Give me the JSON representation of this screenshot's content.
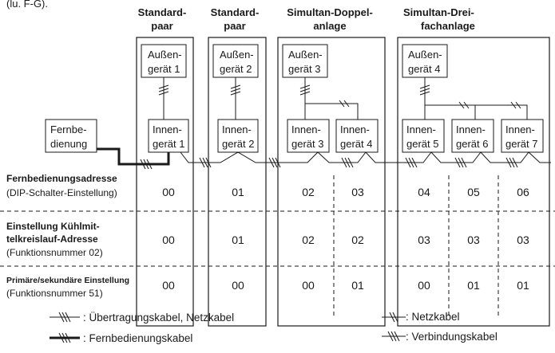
{
  "top_note": "(lu. F-G).",
  "groups": [
    {
      "title_line1": "Standard-",
      "title_line2": "paar"
    },
    {
      "title_line1": "Standard-",
      "title_line2": "paar"
    },
    {
      "title_line1": "Simultan-Doppel-",
      "title_line2": "anlage"
    },
    {
      "title_line1": "Simultan-Drei-",
      "title_line2": "fachanlage"
    }
  ],
  "outdoor_units": [
    {
      "line1": "Außen-",
      "line2": "gerät 1"
    },
    {
      "line1": "Außen-",
      "line2": "gerät 2"
    },
    {
      "line1": "Außen-",
      "line2": "gerät 3"
    },
    {
      "line1": "Außen-",
      "line2": "gerät 4"
    }
  ],
  "indoor_units": [
    {
      "line1": "Innen-",
      "line2": "gerät 1"
    },
    {
      "line1": "Innen-",
      "line2": "gerät 2"
    },
    {
      "line1": "Innen-",
      "line2": "gerät 3"
    },
    {
      "line1": "Innen-",
      "line2": "gerät 4"
    },
    {
      "line1": "Innen-",
      "line2": "gerät 5"
    },
    {
      "line1": "Innen-",
      "line2": "gerät 6"
    },
    {
      "line1": "Innen-",
      "line2": "gerät 7"
    }
  ],
  "remote": {
    "line1": "Fernbe-",
    "line2": "dienung"
  },
  "rows": [
    {
      "label_line1": "Fernbedienungsadresse",
      "label_line2": "",
      "label_line3": "(DIP-Schalter-Einstellung)",
      "values": [
        "00",
        "01",
        "02",
        "03",
        "04",
        "05",
        "06"
      ]
    },
    {
      "label_line1": "Einstellung Kühlmit-",
      "label_line2": "telkreislauf-Adresse",
      "label_line3": "(Funktionsnummer 02)",
      "values": [
        "00",
        "01",
        "02",
        "02",
        "03",
        "03",
        "03"
      ]
    },
    {
      "label_line1": "Primäre/sekundäre Einstellung",
      "label_line2": "",
      "label_line3": "(Funktionsnummer 51)",
      "values": [
        "00",
        "00",
        "00",
        "01",
        "00",
        "01",
        "01"
      ]
    }
  ],
  "legend": {
    "transmission": ": Übertragungskabel, Netzkabel",
    "remote_cable": ": Fernbedienungskabel",
    "power": ": Netzkabel",
    "connection": ": Verbindungskabel"
  }
}
